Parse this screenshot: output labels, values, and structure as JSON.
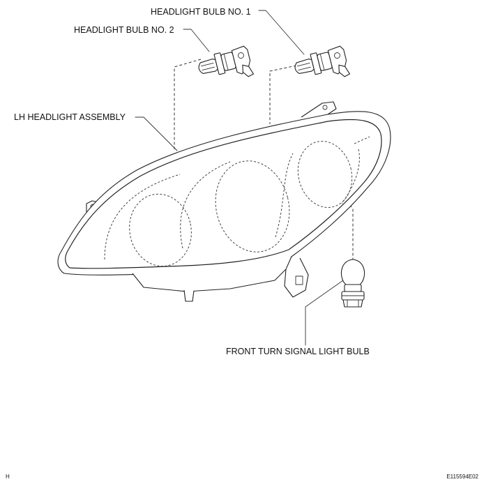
{
  "labels": {
    "bulb1": "HEADLIGHT BULB NO. 1",
    "bulb2": "HEADLIGHT BULB NO. 2",
    "assembly": "LH HEADLIGHT ASSEMBLY",
    "turn_signal": "FRONT TURN SIGNAL LIGHT BULB"
  },
  "footer": {
    "left_code": "H",
    "right_code": "E115594E02"
  }
}
